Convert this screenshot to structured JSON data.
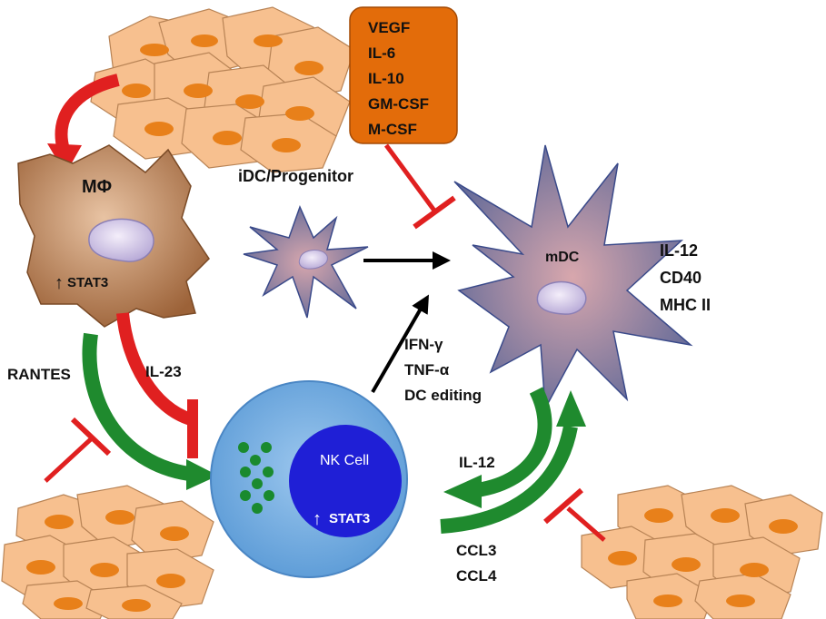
{
  "cytokine_box": {
    "items": [
      "VEGF",
      "IL-6",
      "IL-10",
      "GM-CSF",
      "M-CSF"
    ],
    "color": "#e36c0a"
  },
  "macrophage": {
    "label": "MΦ",
    "stat_arrow": "↑",
    "stat_label": "STAT3",
    "color": "#a8724a"
  },
  "idc": {
    "label": "iDC/Progenitor"
  },
  "mdc": {
    "label": "mDC",
    "markers": [
      "IL-12",
      "CD40",
      "MHC II"
    ]
  },
  "nk_cell": {
    "label": "NK Cell",
    "stat_arrow": "↑",
    "stat_label": "STAT3",
    "outer_color": "#6fa8dc",
    "nucleus_color": "#1f1fd6"
  },
  "signals": {
    "rantes": "RANTES",
    "il23": "IL-23",
    "nk_to_dc": [
      "IFN-γ",
      "TNF-α",
      "DC editing"
    ],
    "il12": "IL-12",
    "chemokines": [
      "CCL3",
      "CCL4"
    ]
  },
  "colors": {
    "activation": "#1f8a2e",
    "inhibition": "#e02020",
    "tumor_cell": "#f7c08f",
    "tumor_nucleus": "#e8801a",
    "dc_body": "#8a8fb8"
  }
}
